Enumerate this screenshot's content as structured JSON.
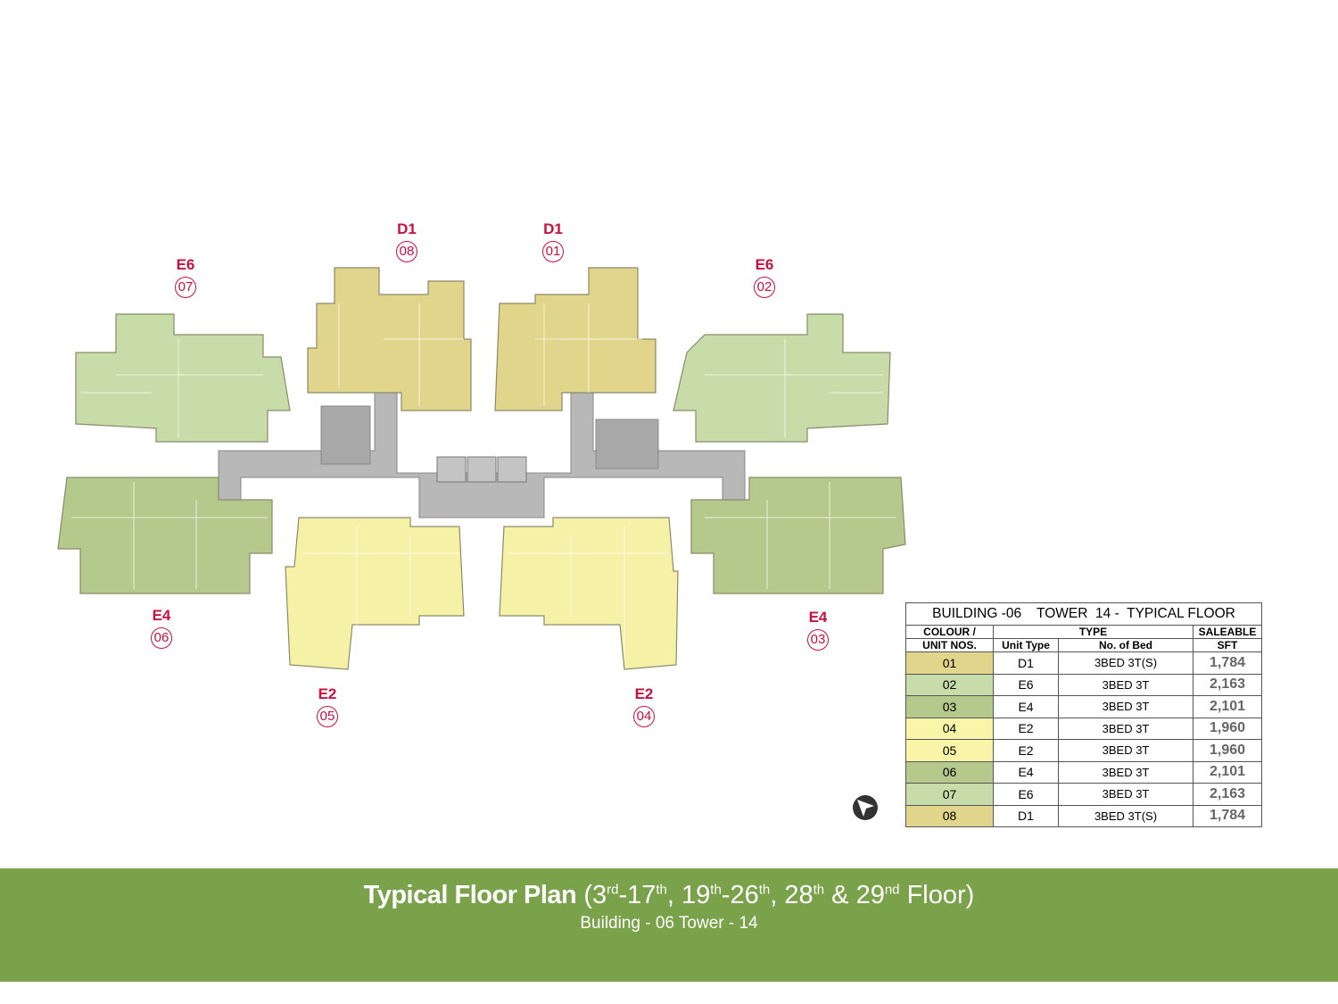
{
  "units": [
    {
      "type": "D1",
      "no": "08",
      "color": "#e0d58a"
    },
    {
      "type": "D1",
      "no": "01",
      "color": "#e0d58a"
    },
    {
      "type": "E6",
      "no": "07",
      "color": "#c7dca8"
    },
    {
      "type": "E6",
      "no": "02",
      "color": "#c7dca8"
    },
    {
      "type": "E4",
      "no": "06",
      "color": "#b6c98c"
    },
    {
      "type": "E4",
      "no": "03",
      "color": "#b6c98c"
    },
    {
      "type": "E2",
      "no": "05",
      "color": "#f5f2a8"
    },
    {
      "type": "E2",
      "no": "04",
      "color": "#f5f2a8"
    }
  ],
  "table": {
    "title": "BUILDING -06    TOWER  14 -  TYPICAL FLOOR",
    "h_colour": "COLOUR /",
    "h_unit": "UNIT NOS.",
    "h_type": "TYPE",
    "h_unit_type": "Unit Type",
    "h_bed": "No. of Bed",
    "h_sale": "SALEABLE",
    "h_sft": "SFT",
    "rows": [
      {
        "no": "01",
        "type": "D1",
        "bed": "3BED 3T(S)",
        "sft": "1,784",
        "color": "#e0d58a"
      },
      {
        "no": "02",
        "type": "E6",
        "bed": "3BED 3T",
        "sft": "2,163",
        "color": "#c7dca8"
      },
      {
        "no": "03",
        "type": "E4",
        "bed": "3BED 3T",
        "sft": "2,101",
        "color": "#b6c98c"
      },
      {
        "no": "04",
        "type": "E2",
        "bed": "3BED 3T",
        "sft": "1,960",
        "color": "#f9f5a8"
      },
      {
        "no": "05",
        "type": "E2",
        "bed": "3BED 3T",
        "sft": "1,960",
        "color": "#f9f5a8"
      },
      {
        "no": "06",
        "type": "E4",
        "bed": "3BED 3T",
        "sft": "2,101",
        "color": "#b6c98c"
      },
      {
        "no": "07",
        "type": "E6",
        "bed": "3BED 3T",
        "sft": "2,163",
        "color": "#c7dca8"
      },
      {
        "no": "08",
        "type": "D1",
        "bed": "3BED 3T(S)",
        "sft": "1,784",
        "color": "#e0d58a"
      }
    ]
  },
  "footer": {
    "title_bold": "Typical Floor Plan",
    "t1": " (3",
    "s1": "rd",
    "t2": "-17",
    "s2": "th",
    "t3": ", 19",
    "s3": "th",
    "t4": "-26",
    "s4": "th",
    "t5": ", 28",
    "s5": "th",
    "t6": " & 29",
    "s6": "nd",
    "t7": " Floor)",
    "subtitle": "Building - 06 Tower - 14"
  },
  "colors": {
    "footer": "#7aa24a",
    "label": "#c8103e",
    "corridor": "#b8b8b8"
  }
}
